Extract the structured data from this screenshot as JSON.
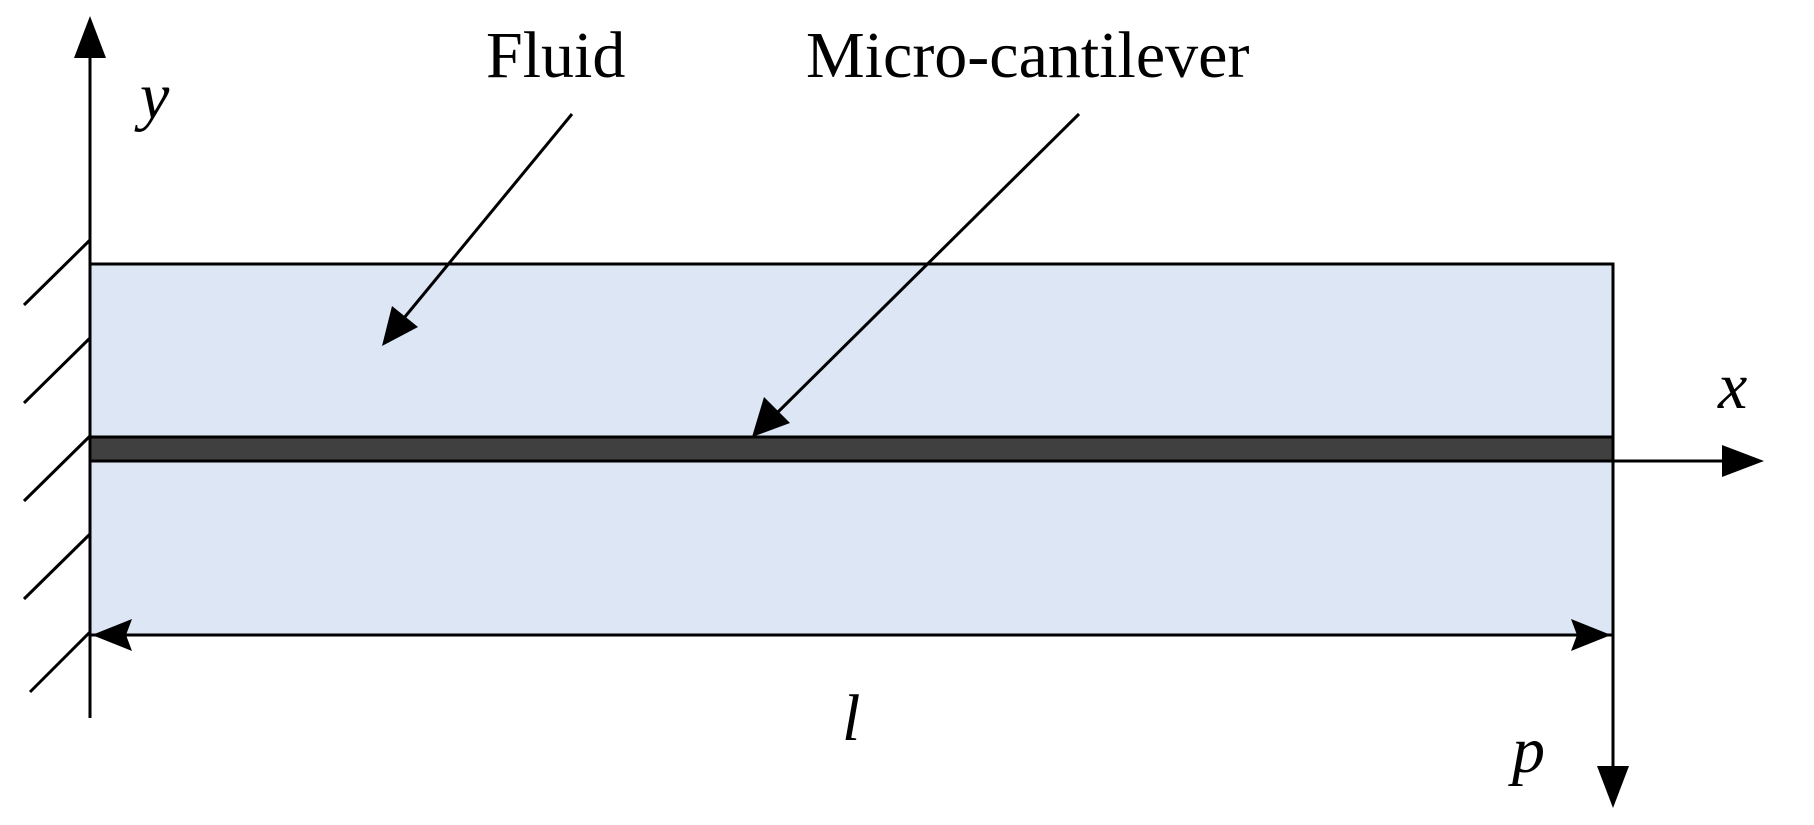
{
  "labels": {
    "fluid": "Fluid",
    "cantilever": "Micro-cantilever",
    "y_axis": "y",
    "x_axis": "x",
    "length": "l",
    "load": "p"
  },
  "colors": {
    "fluid_fill": "#dce6f4",
    "beam_fill": "#404040",
    "stroke": "#000000"
  }
}
